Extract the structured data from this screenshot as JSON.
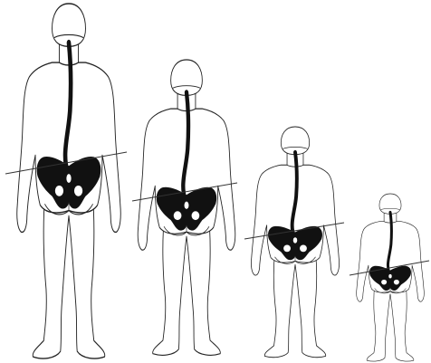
{
  "figure": {
    "description_visible_text": "",
    "colors": {
      "outline": "#222222",
      "skeleton": "#111111",
      "background": "#ffffff"
    },
    "figures": [
      {
        "id": "figure-1",
        "icon": "human-back-silhouette"
      },
      {
        "id": "figure-2",
        "icon": "human-back-silhouette"
      },
      {
        "id": "figure-3",
        "icon": "human-back-silhouette"
      },
      {
        "id": "figure-4",
        "icon": "human-back-silhouette"
      }
    ]
  }
}
